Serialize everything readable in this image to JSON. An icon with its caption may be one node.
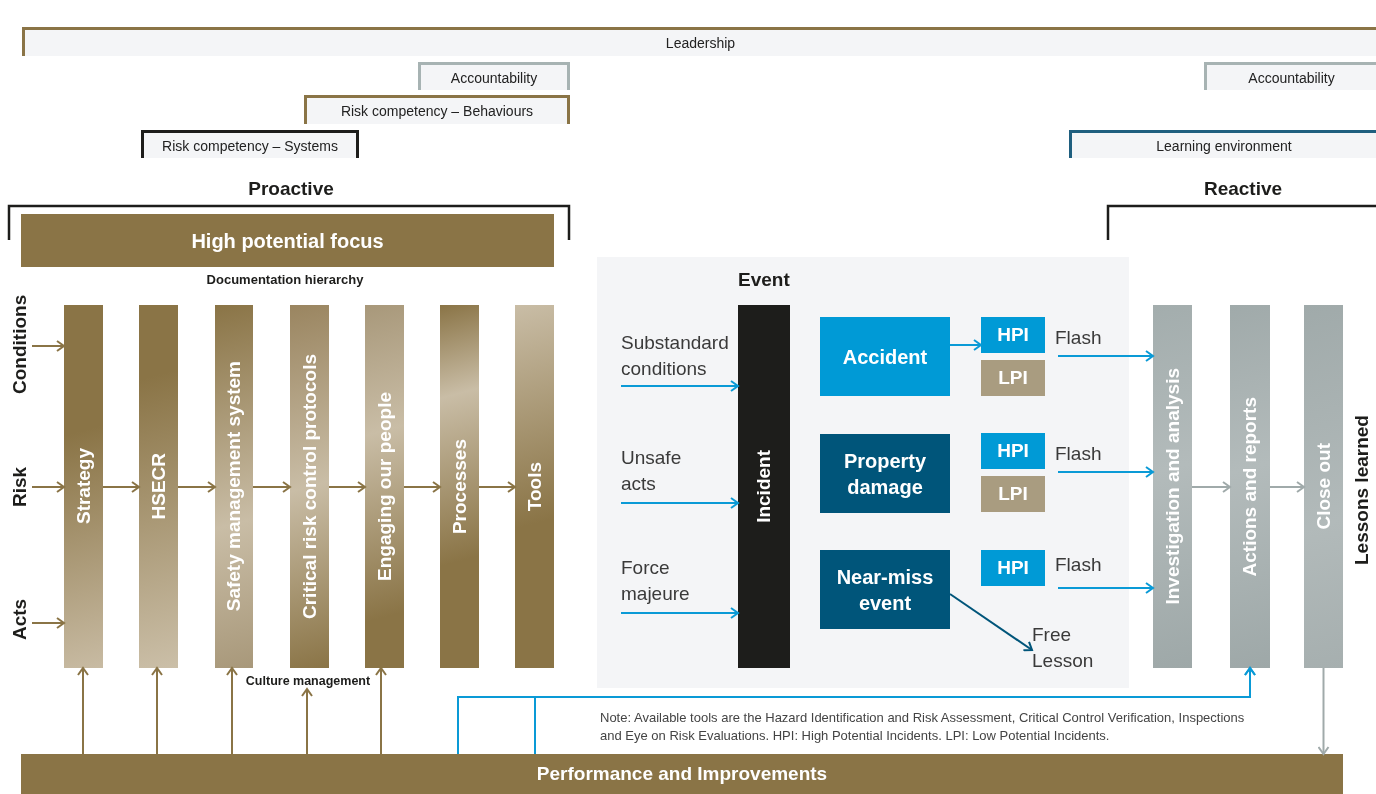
{
  "diagram": {
    "nodes": [
      {
        "text": [
          "Leadership"
        ]
      },
      {
        "text": [
          "Accountability"
        ]
      },
      {
        "text": [
          "Accountability"
        ]
      },
      {
        "text": [
          "Risk competency – Behaviours"
        ]
      },
      {
        "text": [
          "Risk competency – Systems"
        ]
      },
      {
        "text": [
          "Learning environment"
        ]
      },
      {
        "text": [
          "High potential focus"
        ]
      },
      {
        "text": [
          "Conditions"
        ]
      },
      {
        "text": [
          "Risk"
        ]
      },
      {
        "text": [
          "Acts"
        ]
      },
      {
        "text": [
          "Strategy"
        ]
      },
      {
        "text": [
          "HSECR"
        ]
      },
      {
        "text": [
          "Safety management system"
        ]
      },
      {
        "text": [
          "Critical risk control protocols"
        ]
      },
      {
        "text": [
          "Engaging our people"
        ]
      },
      {
        "text": [
          "Processes"
        ]
      },
      {
        "text": [
          "Tools"
        ]
      },
      {
        "text": [
          "Event"
        ]
      },
      {
        "text": [
          "Substandard conditions"
        ],
        "in": 17
      },
      {
        "text": [
          "Unsafe acts"
        ],
        "in": 17
      },
      {
        "text": [
          "Force majeure"
        ],
        "in": 17
      },
      {
        "text": [
          "Incident"
        ],
        "in": 17
      },
      {
        "text": [
          "Accident"
        ],
        "in": 17
      },
      {
        "text": [
          "HPI"
        ],
        "in": 17
      },
      {
        "text": [
          "LPI"
        ],
        "in": 17
      },
      {
        "text": [
          "Flash"
        ],
        "in": 17
      },
      {
        "text": [
          "Property damage"
        ],
        "in": 17
      },
      {
        "text": [
          "HPI"
        ],
        "in": 17
      },
      {
        "text": [
          "LPI"
        ],
        "in": 17
      },
      {
        "text": [
          "Flash"
        ],
        "in": 17
      },
      {
        "text": [
          "Near-miss event"
        ],
        "in": 17
      },
      {
        "text": [
          "HPI"
        ],
        "in": 17
      },
      {
        "text": [
          "Flash"
        ],
        "in": 17
      },
      {
        "text": [
          "Free Lesson"
        ],
        "in": 17
      },
      {
        "text": [
          "Investigation and analysis"
        ]
      },
      {
        "text": [
          "Actions and reports"
        ]
      },
      {
        "text": [
          "Close out"
        ]
      },
      {
        "text": [
          "Performance and Improvements"
        ]
      },
      {
        "text": [
          "Culture management"
        ]
      }
    ],
    "edges": [
      {
        "from": 7,
        "to": 10,
        "arrow": "to"
      },
      {
        "from": 8,
        "to": 10,
        "arrow": "to"
      },
      {
        "from": 9,
        "to": 10,
        "arrow": "to"
      },
      {
        "from": 10,
        "to": 11,
        "arrow": "to"
      },
      {
        "from": 11,
        "to": 12,
        "arrow": "to"
      },
      {
        "from": 12,
        "to": 13,
        "arrow": "to"
      },
      {
        "from": 13,
        "to": 14,
        "arrow": "to"
      },
      {
        "from": 14,
        "to": 15,
        "arrow": "to"
      },
      {
        "from": 15,
        "to": 16,
        "arrow": "to"
      },
      {
        "from": 18,
        "to": 21,
        "arrow": "to",
        "color": "#0a9ad6"
      },
      {
        "from": 19,
        "to": 21,
        "arrow": "to",
        "color": "#0a9ad6"
      },
      {
        "from": 20,
        "to": 21,
        "arrow": "to",
        "color": "#0a9ad6"
      },
      {
        "from": 22,
        "to": 23,
        "arrow": "to",
        "color": "#0a9ad6"
      },
      {
        "from": 25,
        "to": 34,
        "arrow": "to",
        "color": "#0a9ad6"
      },
      {
        "from": 29,
        "to": 34,
        "arrow": "to",
        "color": "#0a9ad6"
      },
      {
        "from": 32,
        "to": 34,
        "arrow": "to",
        "color": "#0a9ad6"
      },
      {
        "from": 30,
        "to": 33,
        "arrow": "to",
        "color": "#00557a"
      },
      {
        "from": 34,
        "to": 35,
        "arrow": "to",
        "color": "#a0aaaa"
      },
      {
        "from": 35,
        "to": 36,
        "arrow": "to",
        "color": "#a0aaaa"
      },
      {
        "from": 37,
        "to": 10,
        "arrow": "to"
      },
      {
        "from": 37,
        "to": 11,
        "arrow": "to"
      },
      {
        "from": 37,
        "to": 12,
        "arrow": "to"
      },
      {
        "from": 37,
        "to": 38,
        "arrow": "to"
      },
      {
        "from": 37,
        "to": 14,
        "arrow": "to"
      },
      {
        "from": 37,
        "to": 35,
        "arrow": "to",
        "color": "#0a9ad6"
      },
      {
        "from": 37,
        "to": 35,
        "arrow": "to",
        "color": "#0a9ad6"
      },
      {
        "from": 36,
        "to": 37,
        "arrow": "to",
        "color": "#a0aaaa"
      }
    ],
    "labels": [
      "Proactive",
      "Reactive",
      "Documentation hierarchy",
      "Lessons learned",
      "Note: Available tools are the Hazard Identification and Risk Assessment, Critical Control Verification, Inspections and Eye on Risk Evaluations. HPI: High Potential Incidents. LPI: Low Potential Incidents."
    ]
  }
}
